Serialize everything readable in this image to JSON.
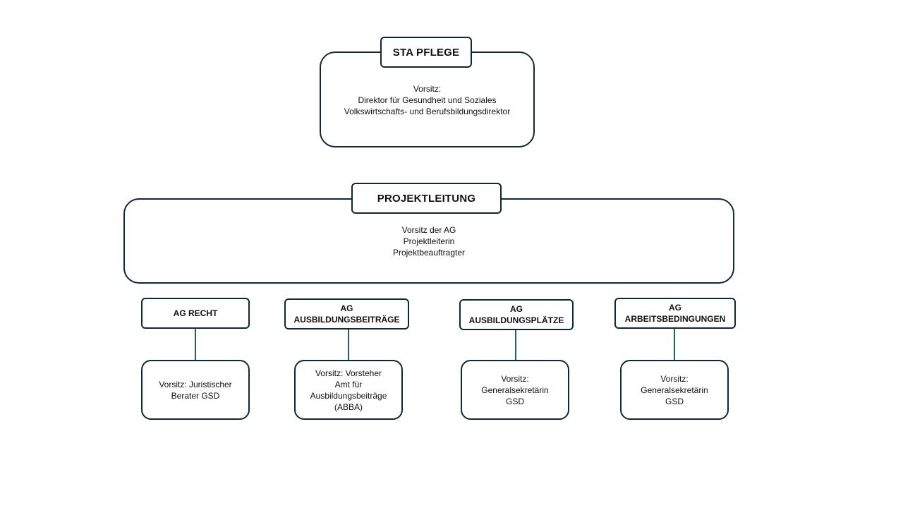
{
  "sta": {
    "title": "STA PFLEGE",
    "lines": [
      "Vorsitz:",
      "Direktor für Gesundheit und Soziales",
      "Volkswirtschafts- und Berufsbildungsdirektor"
    ]
  },
  "projektleitung": {
    "title": "PROJEKTLEITUNG",
    "lines": [
      "Vorsitz  der AG",
      "Projektleiterin",
      "Projektbeauftragter"
    ]
  },
  "groups": [
    {
      "title_lines": [
        "AG RECHT"
      ],
      "chair_lines": [
        "Vorsitz: Juristischer",
        "Berater GSD"
      ]
    },
    {
      "title_lines": [
        "AG",
        "AUSBILDUNGSBEITRÄGE"
      ],
      "chair_lines": [
        "Vorsitz: Vorsteher",
        "Amt für",
        "Ausbildungsbeiträge",
        "(ABBA)"
      ]
    },
    {
      "title_lines": [
        "AG",
        "AUSBILDUNGSPLÄTZE"
      ],
      "chair_lines": [
        "Vorsitz:",
        "Generalsekretärin",
        "GSD"
      ]
    },
    {
      "title_lines": [
        "AG",
        "ARBEITSBEDINGUNGEN"
      ],
      "chair_lines": [
        "Vorsitz:",
        "Generalsekretärin",
        "GSD"
      ]
    }
  ],
  "colors": {
    "border": "#0f2a2f",
    "connector": "#1f5f6b"
  }
}
